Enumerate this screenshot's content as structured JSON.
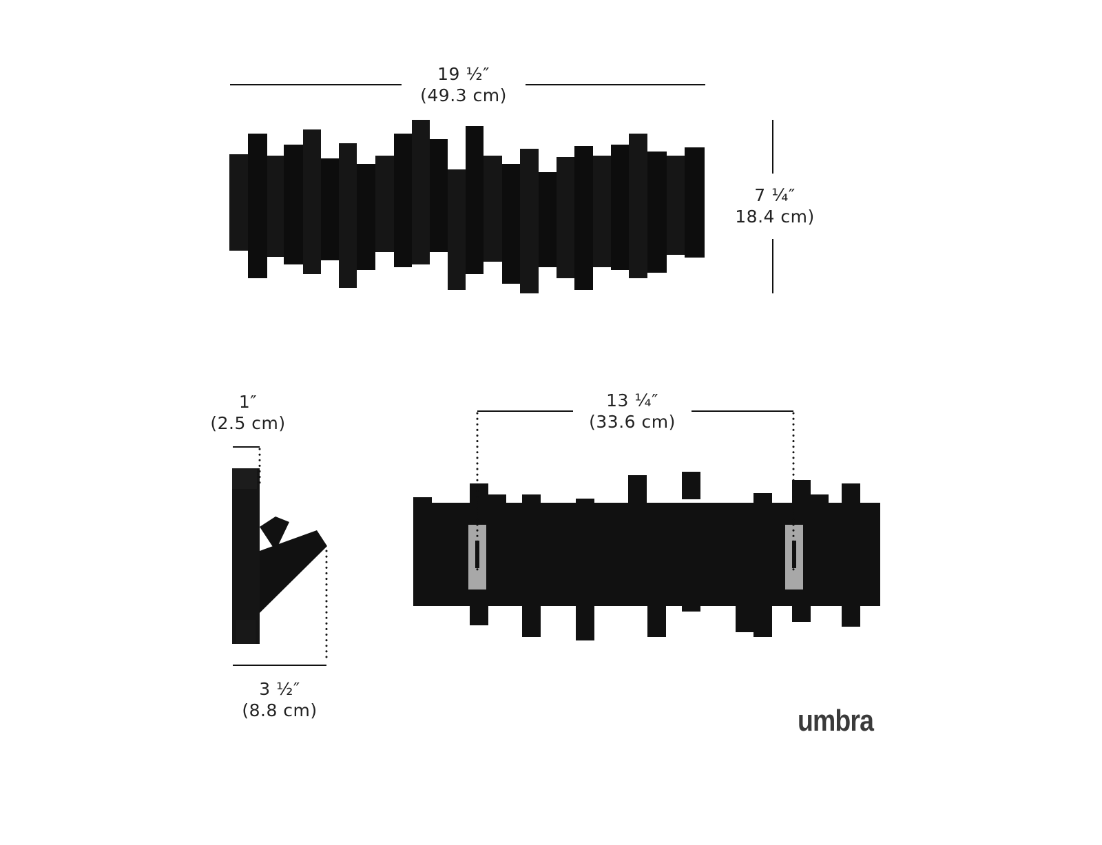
{
  "front_view": {
    "width_imperial": "19 ½″",
    "width_metric": "(49.3 cm)",
    "height_imperial": "7 ¼″",
    "height_metric": "18.4 cm)"
  },
  "side_view": {
    "depth_closed_imperial": "1″",
    "depth_closed_metric": "(2.5 cm)",
    "depth_open_imperial": "3 ½″",
    "depth_open_metric": "(8.8 cm)"
  },
  "back_view": {
    "mount_spacing_imperial": "13 ¼″",
    "mount_spacing_metric": "(33.6 cm)"
  },
  "brand": "umbra",
  "colors": {
    "product": "#111111",
    "plate": "#a8a8a8",
    "line": "#111111"
  }
}
